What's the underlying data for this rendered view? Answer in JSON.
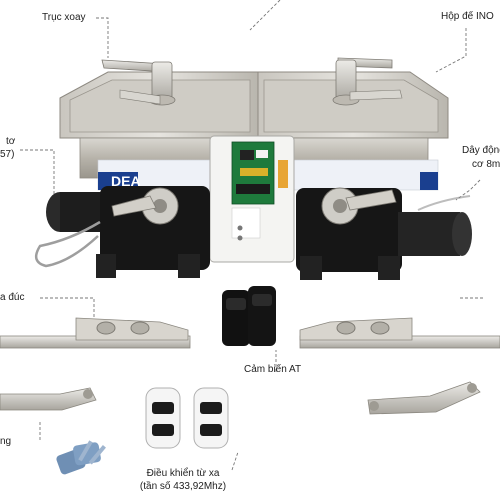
{
  "labels": {
    "truc_xoay": "Trục xoay",
    "hop_de": "Hộp đế INO",
    "motor_left_1": "tơ",
    "motor_left_2": "57)",
    "day_dong_1": "Dây động",
    "day_dong_2": "cơ 8m",
    "tay_duc": "a đúc",
    "cam_bien": "Cảm biến AT",
    "left_bottom": "ng",
    "remote_1": "Điều khiển từ xa",
    "remote_2": "(tần số 433,92Mhz)"
  },
  "brand": {
    "text": "DEA"
  },
  "colors": {
    "accent": "#1a3f8f",
    "metal": "#bfbcb4",
    "motor": "#1a1a1a"
  }
}
